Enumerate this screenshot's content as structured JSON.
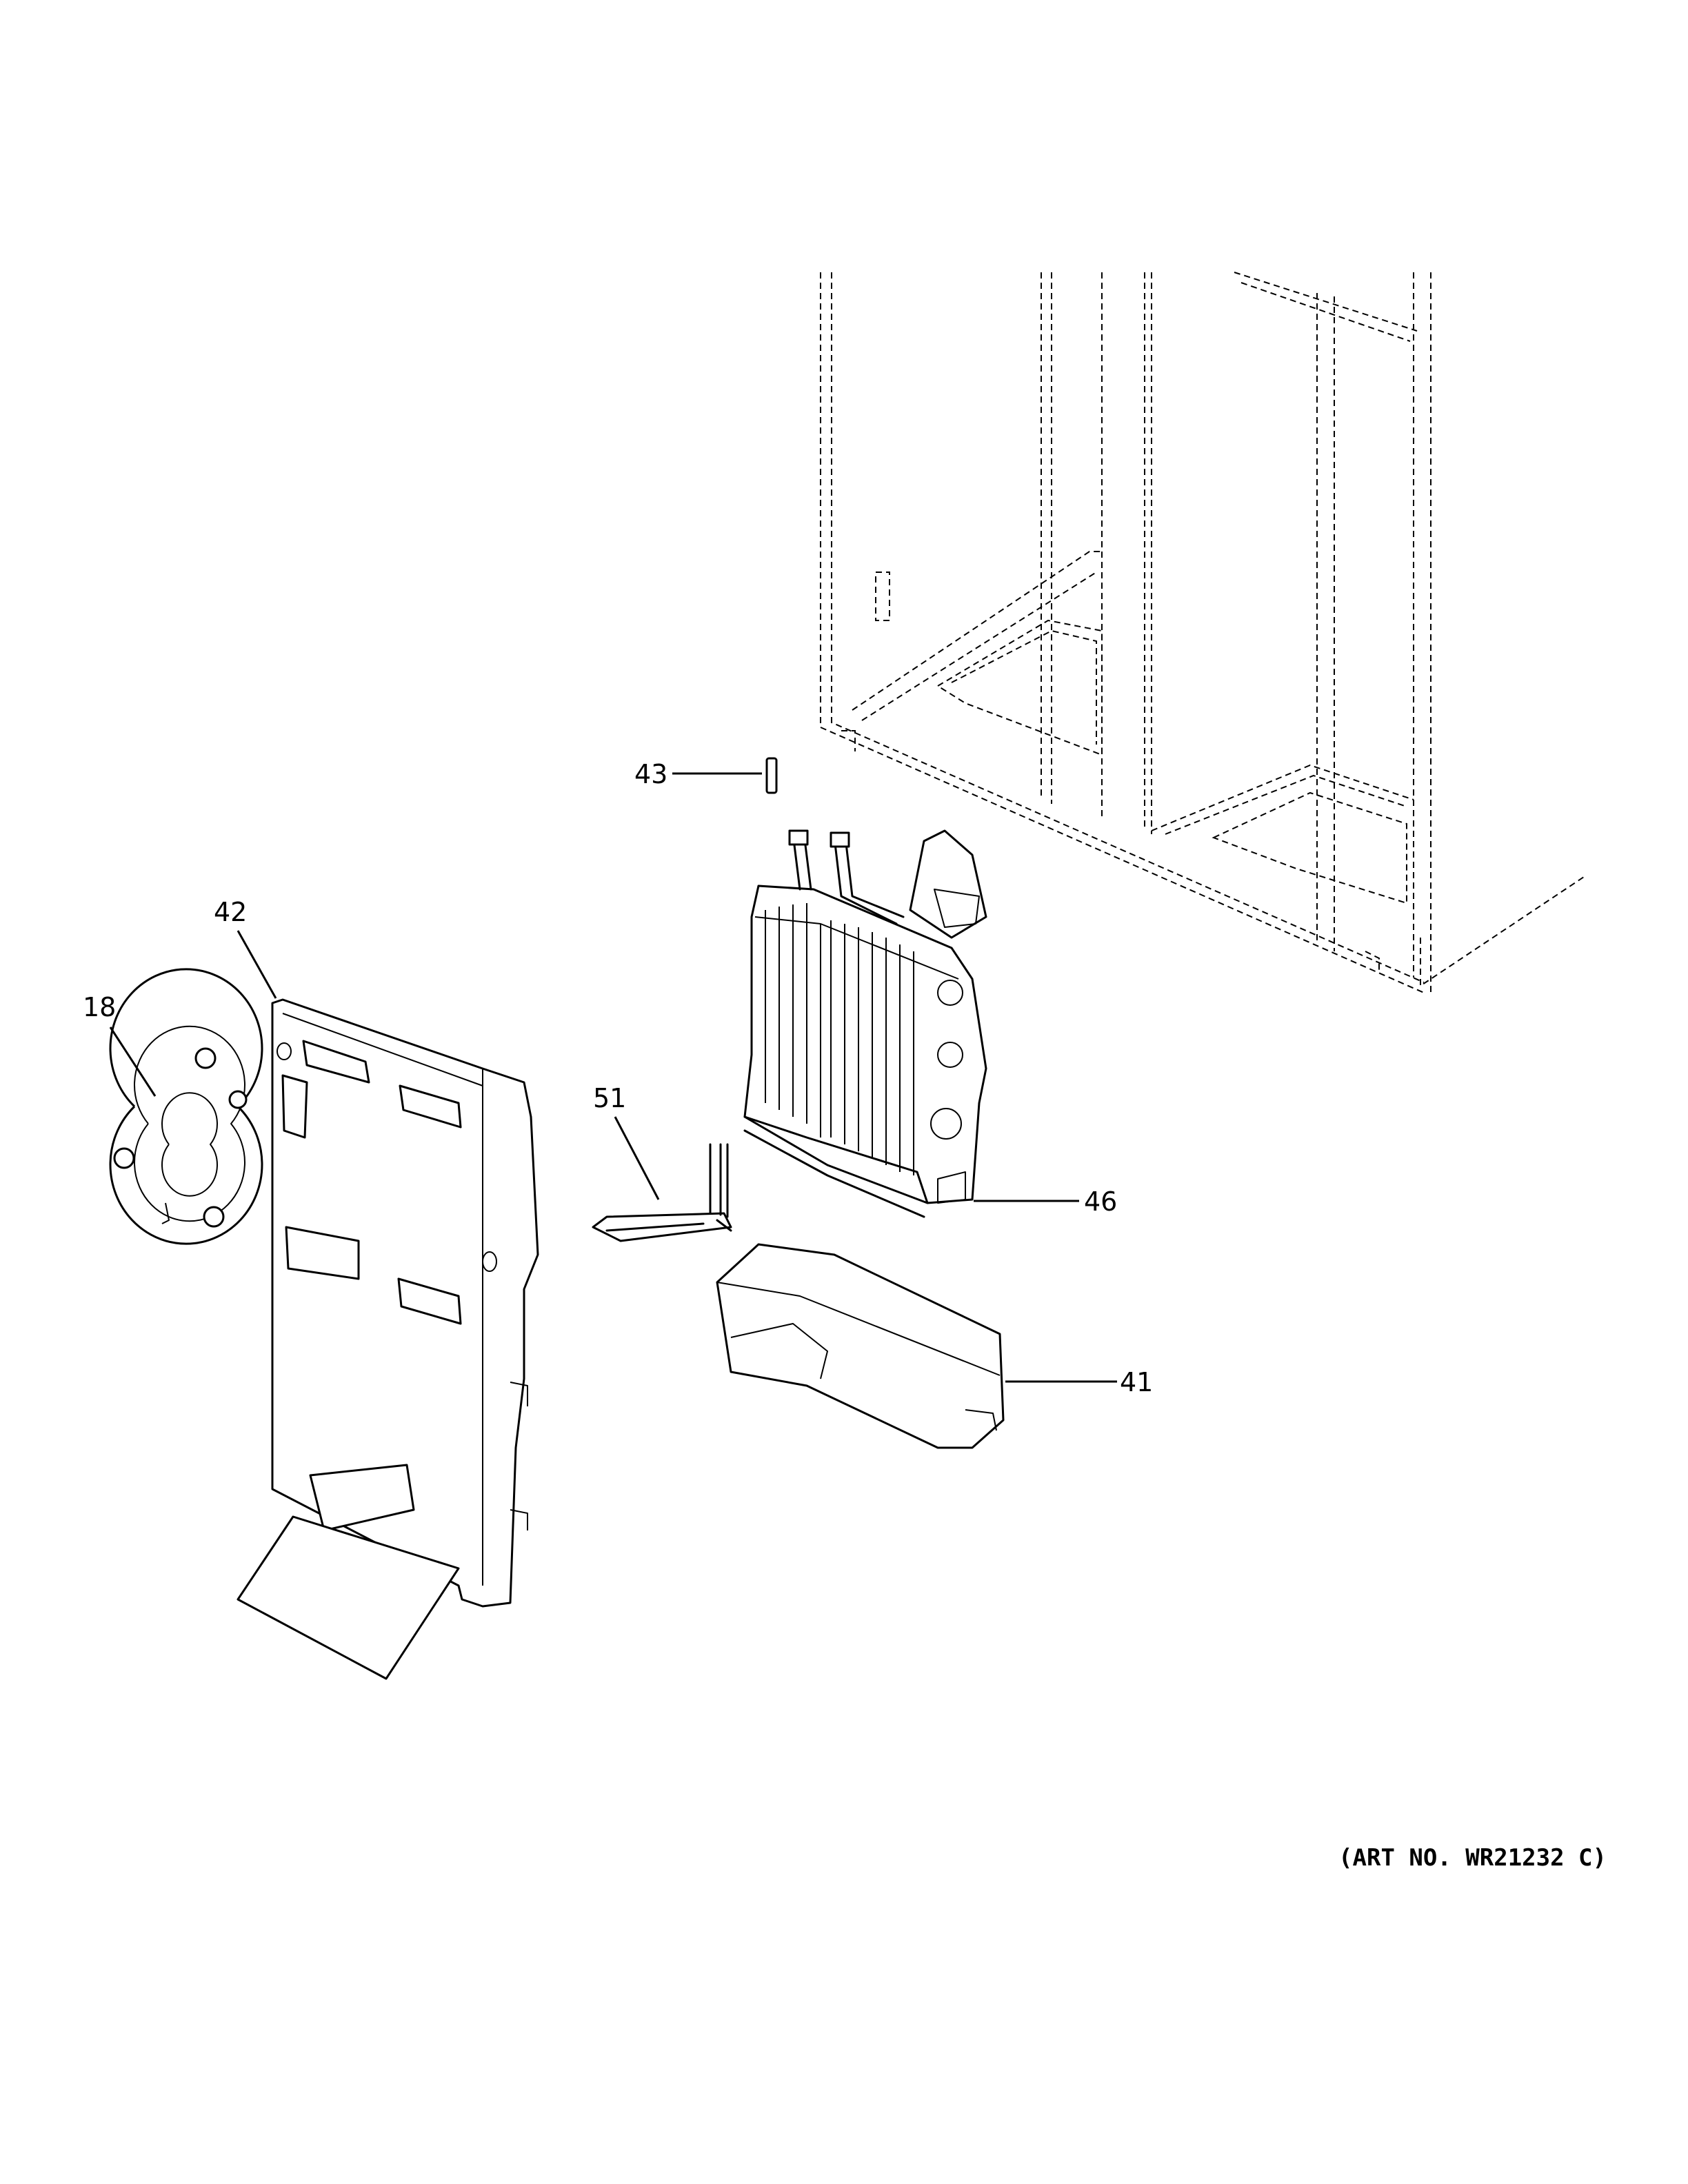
{
  "diagram": {
    "callouts": [
      {
        "id": "18",
        "label": "18"
      },
      {
        "id": "42",
        "label": "42"
      },
      {
        "id": "43",
        "label": "43"
      },
      {
        "id": "51",
        "label": "51"
      },
      {
        "id": "46",
        "label": "46"
      },
      {
        "id": "41",
        "label": "41"
      }
    ],
    "art_number": "(ART NO. WR21232 C)"
  }
}
